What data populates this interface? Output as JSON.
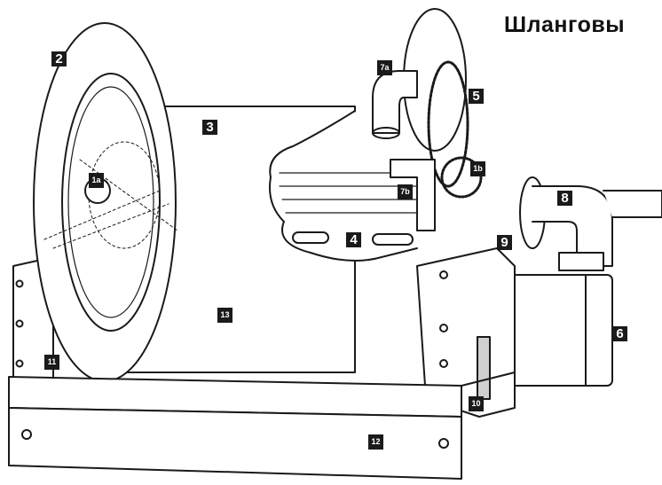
{
  "title": "Шланговы",
  "colors": {
    "ink": "#1a1a1a",
    "paper": "#ffffff",
    "shade": "#cfcfcf"
  },
  "callouts": [
    {
      "id": "2",
      "text": "2"
    },
    {
      "id": "7a",
      "text": "7a"
    },
    {
      "id": "5",
      "text": "5"
    },
    {
      "id": "3",
      "text": "3"
    },
    {
      "id": "1a",
      "text": "1a"
    },
    {
      "id": "1b",
      "text": "1b"
    },
    {
      "id": "7b",
      "text": "7b"
    },
    {
      "id": "8",
      "text": "8"
    },
    {
      "id": "4",
      "text": "4"
    },
    {
      "id": "9",
      "text": "9"
    },
    {
      "id": "13",
      "text": "13"
    },
    {
      "id": "6",
      "text": "6"
    },
    {
      "id": "11",
      "text": "11"
    },
    {
      "id": "10",
      "text": "10"
    },
    {
      "id": "12",
      "text": "12"
    }
  ]
}
